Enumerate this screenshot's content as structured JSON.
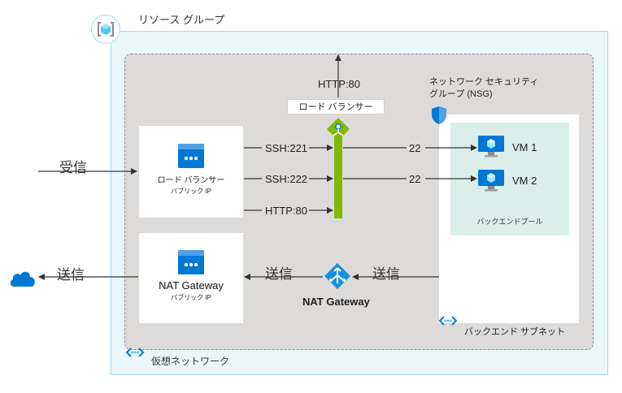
{
  "resource_group": {
    "label": "リソース グループ",
    "icon": "resource-group-icon"
  },
  "virtual_network": {
    "label": "仮想ネットワーク",
    "icon": "vnet-icon"
  },
  "load_balancer": {
    "label": "ロード バランサー",
    "top_port": "HTTP:80",
    "icon": "load-balancer-icon",
    "accent": "#7fba00"
  },
  "lb_public_ip": {
    "title": "ロード バランサー",
    "subtitle": "パブリック IP",
    "icon": "public-ip-icon"
  },
  "nat_public_ip": {
    "title": "NAT Gateway",
    "subtitle": "パブリック IP",
    "icon": "public-ip-icon"
  },
  "nat_gateway": {
    "label": "NAT Gateway",
    "icon": "nat-gateway-icon"
  },
  "inbound": {
    "label": "受信"
  },
  "outbound_left": {
    "label": "送信"
  },
  "outbound_mid": {
    "label": "送信"
  },
  "outbound_right": {
    "label": "送信"
  },
  "ports": [
    "SSH:221",
    "SSH:222",
    "HTTP:80"
  ],
  "backend_ports": [
    "22",
    "22"
  ],
  "nsg": {
    "line1": "ネットワーク セキュリティ",
    "line2": "グループ (NSG)",
    "icon": "shield-icon"
  },
  "backend_pool": {
    "label": "バックエンドプール"
  },
  "backend_subnet": {
    "label": "バックエンド サブネット",
    "icon": "subnet-icon"
  },
  "vms": [
    {
      "label": "VM 1",
      "icon": "vm-icon"
    },
    {
      "label": "VM 2",
      "icon": "vm-icon"
    }
  ],
  "internet": {
    "icon": "cloud-icon"
  },
  "colors": {
    "resource_group_bg": "#eaf7fa",
    "vnet_bg": "#dddbd9",
    "pool_bg": "#dbeeea",
    "azure_blue": "#0078d4"
  }
}
